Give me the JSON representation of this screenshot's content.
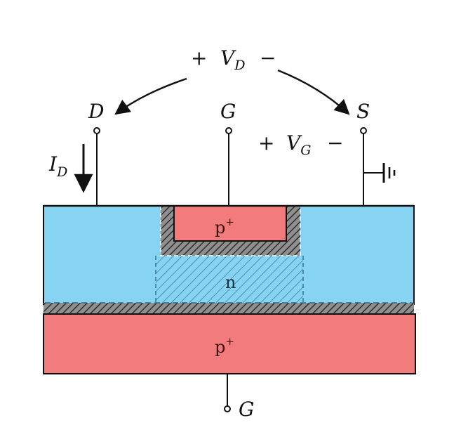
{
  "colors": {
    "n_region": "#87d4f2",
    "p_region": "#f27c7c",
    "depletion": "#8f8f8f",
    "line": "#111111"
  },
  "labels": {
    "drain": "D",
    "gate_top": "G",
    "source": "S",
    "gate_bottom": "G",
    "vd_plus": "+",
    "vd_symbol": "V",
    "vd_sub": "D",
    "vd_minus": "−",
    "vg_plus": "+",
    "vg_symbol": "V",
    "vg_sub": "G",
    "vg_minus": "−",
    "id_symbol": "I",
    "id_sub": "D"
  },
  "regions": {
    "top_gate_label": "p",
    "top_gate_sup": "+",
    "channel_label": "n",
    "substrate_label": "p",
    "substrate_sup": "+"
  },
  "icons": [
    "ground-icon",
    "arrow-icon",
    "terminal-icon"
  ]
}
